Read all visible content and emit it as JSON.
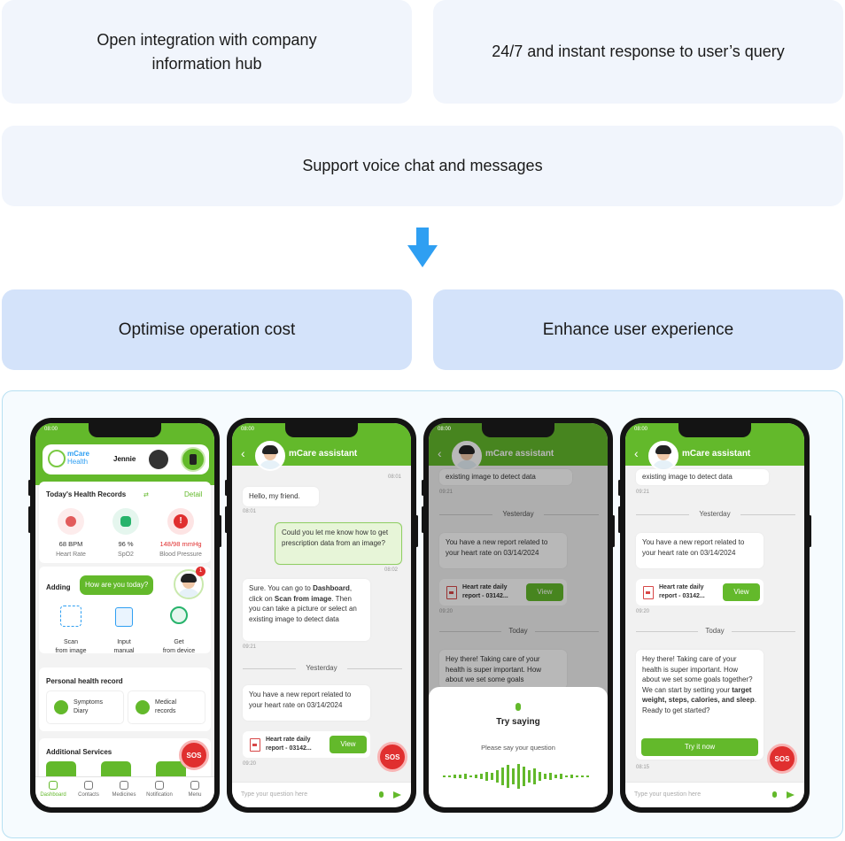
{
  "features": {
    "integration": "Open integration with company information hub",
    "instant_response": "24/7 and instant response to user’s query",
    "voice_chat": "Support voice chat and messages"
  },
  "outcomes": {
    "cost": "Optimise operation cost",
    "experience": "Enhance user experience"
  },
  "colors": {
    "brand_green": "#63b92b",
    "arrow_blue": "#2f9ff2",
    "sos_red": "#e02f2f"
  },
  "status_time": "08:00",
  "dashboard": {
    "logo_m": "m",
    "logo_care": "Care",
    "logo_health": "Health",
    "user_name": "Jennie",
    "records_title": "Today's Health Records",
    "detail_link": "Detail",
    "metrics": [
      {
        "value": "68 BPM",
        "label": "Heart Rate"
      },
      {
        "value": "96 %",
        "label": "SpO2"
      },
      {
        "value": "148/98 mmHg",
        "label": "Blood Pressure"
      }
    ],
    "adding_title": "Adding",
    "assistant_prompt": "How are you today?",
    "badge_count": "1",
    "adding_items": [
      {
        "line1": "Scan",
        "line2": "from image"
      },
      {
        "line1": "Input",
        "line2": "manual"
      },
      {
        "line1": "Get",
        "line2": "from device"
      }
    ],
    "personal_title": "Personal health record",
    "personal_items": [
      {
        "line1": "Symptoms",
        "line2": "Diary"
      },
      {
        "line1": "Medical",
        "line2": "records"
      }
    ],
    "additional_title": "Additional Services",
    "sos": "SOS",
    "nav": [
      "Dashboard",
      "Contacts",
      "Medicines",
      "Notification",
      "Menu"
    ]
  },
  "chat": {
    "assistant_name": "mCare assistant",
    "input_placeholder": "Type your question here",
    "time_0801a": "08:01",
    "greeting": "Hello, my friend.",
    "time_0801b": "08:01",
    "user_question": "Could you let me know how to get prescription data from an image?",
    "time_0802": "08:02",
    "answer_pre": "Sure. You can go to ",
    "answer_b1": "Dashboard",
    "answer_mid1": ", click on ",
    "answer_b2": "Scan from image",
    "answer_post": ". Then you can take a picture or select an existing image to detect data",
    "time_0921": "09:21",
    "yesterday": "Yesterday",
    "report_msg": "You have a new report related to your heart rate on 03/14/2024",
    "report_file": "Heart rate daily report - 03142...",
    "view": "View",
    "time_0920": "09:20",
    "today": "Today",
    "detect_tail": "existing image to detect data",
    "health_pre": "Hey there! Taking care of your health is super important. How about we set some goals together? We can start by setting your ",
    "health_bold": "target weight, steps, calories, and sleep",
    "health_post": ". Ready to get started?",
    "health_partial": "Hey there! Taking care of your health is super important. How about we set some goals",
    "try_now": "Try it now",
    "time_0815": "08:15",
    "try_saying": "Try saying",
    "say_question": "Please say your question"
  }
}
